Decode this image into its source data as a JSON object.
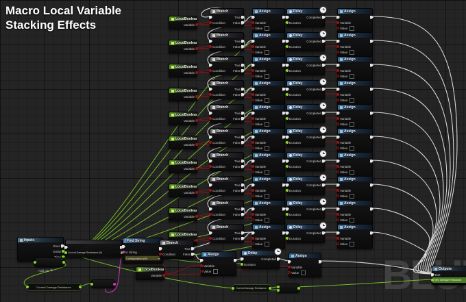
{
  "title": {
    "line1": "Macro Local Variable",
    "line2": "Stacking Effects"
  },
  "watermark": "BLUE",
  "row_count": 10,
  "node_types": {
    "local_boolean": {
      "title": "LocalBoolean",
      "pins": {
        "variable": "Variable"
      }
    },
    "branch": {
      "title": "Branch",
      "pins": {
        "condition": "Condition",
        "true": "True",
        "false": "False"
      }
    },
    "assign": {
      "title": "Assign",
      "pins": {
        "variable": "Variable",
        "value": "Value"
      }
    },
    "delay": {
      "title": "Delay",
      "pins": {
        "duration": "Duration",
        "completed": "Completed"
      }
    }
  },
  "bottom_cluster": {
    "inputs": {
      "title": "Inputs",
      "pins": [
        "Exec",
        "Entity",
        "Time"
      ]
    },
    "macro_node": {
      "row_label": "Current Damage Resistance (M)"
    },
    "find_string": {
      "title": "Find String",
      "fn_prefix": "f",
      "pins": {
        "in_string": "In String"
      },
      "dropdown": "Configuration (M)"
    },
    "add_pin_label": "Add pin",
    "pill_left": "Current Damage Resistance",
    "pill_right": "Current Damage Resistance",
    "outputs": {
      "title": "Outputs",
      "pins": {
        "exit": "Exit",
        "result": "New Damage Resistance"
      }
    }
  },
  "colors": {
    "exec_wire": "#e8e8e8",
    "bool_wire": "#8f1212",
    "float_wire": "#7ccb28",
    "string_wire": "#da35c5",
    "local_boolean_header": "#5d8a33",
    "branch_header": "#74787d",
    "assign_header": "#3d6f9e",
    "delay_header": "#4f86bd"
  }
}
